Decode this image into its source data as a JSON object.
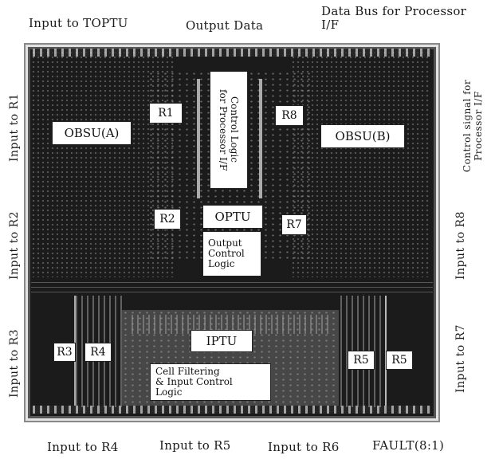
{
  "labels": {
    "top_left": "Input to TOPTU",
    "top_middle": "Output Data",
    "top_right": "Data Bus for Processor\nI/F",
    "left_top": "Input to R1",
    "left_middle": "Input to R2",
    "left_bottom": "Input to R3",
    "right_top": "Control signal for\nProcessor I/F",
    "right_middle": "Input to R8",
    "right_bottom": "Input to R7",
    "bottom_1": "Input to R4",
    "bottom_2": "Input to R5",
    "bottom_3": "Input to R6",
    "bottom_4": "FAULT(8:1)"
  },
  "blocks": {
    "r1": "R1",
    "r8": "R8",
    "obsu_a": "OBSU(A)",
    "obsu_b": "OBSU(B)",
    "control_logic": "Control Logic\nfor Processor I/F",
    "r2": "R2",
    "optu": "OPTU",
    "r7": "R7",
    "output_control": "Output\nControl\nLogic",
    "r3": "R3",
    "r4": "R4",
    "iptu": "IPTU",
    "r5": "R5",
    "r6": "R5",
    "cell_filtering": "Cell Filtering\n& Input Control\nLogic"
  }
}
